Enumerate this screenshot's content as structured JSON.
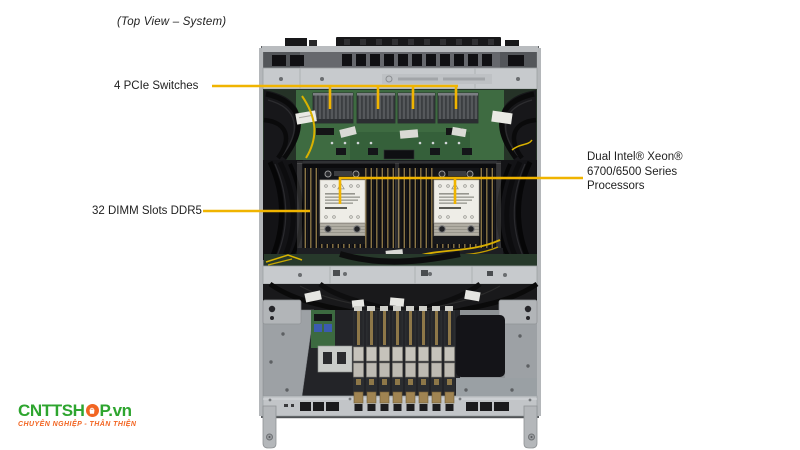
{
  "title": "(Top View – System)",
  "callouts": {
    "pcie_switches": "4 PCIe Switches",
    "dimm_slots": "32 DIMM Slots DDR5",
    "processors_line1": "Dual Intel® Xeon®",
    "processors_line2": "6700/6500 Series",
    "processors_line3": "Processors"
  },
  "logo": {
    "name_prefix": "CNTTSH",
    "name_suffix": "P.vn",
    "icon": "shopping-bag-icon",
    "tagline": "CHUYÊN NGHIỆP - THÂN THIỆN"
  },
  "colors": {
    "callout_line": "#F0B400",
    "pcb_green": "#3E6B41",
    "chassis_gray": "#C6C9CC",
    "label_text": "#1F1F1F",
    "logo_green": "#2EA52F",
    "logo_orange": "#F26522",
    "background": "#FFFFFF"
  }
}
